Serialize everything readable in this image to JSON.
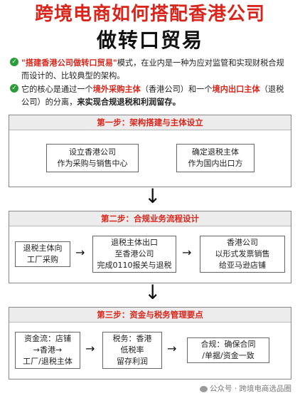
{
  "header": {
    "title_line1": "跨境电商如何搭配香港公司",
    "title_line2": "做转口贸易"
  },
  "bullets": [
    {
      "check_icon": "✓",
      "parts": [
        {
          "text": "\"搭建香港公司做转口贸易\"",
          "style": "red"
        },
        {
          "text": "模式，在业内是一种为应对监管和实现财税合规而设计的、比较典型的架构。",
          "style": "normal"
        }
      ]
    },
    {
      "check_icon": "✓",
      "parts": [
        {
          "text": "它的核心是通过一个",
          "style": "normal"
        },
        {
          "text": "境外采购主体",
          "style": "red"
        },
        {
          "text": "（香港公司）和一个",
          "style": "normal"
        },
        {
          "text": "境内出口主体",
          "style": "red"
        },
        {
          "text": "（退税公司）的分离，",
          "style": "normal"
        },
        {
          "text": "来实现合规退税和利润留存。",
          "style": "bold"
        }
      ]
    }
  ],
  "step1": {
    "title": "第一步：架构搭建与主体设立",
    "box_left": [
      "设立香港公司",
      "作为采购与销售中心"
    ],
    "box_right": [
      "确定退税主体",
      "作为国内出口方"
    ]
  },
  "step2": {
    "title": "第二步：合规业务流程设计",
    "box1": [
      "退税主体向",
      "工厂采购"
    ],
    "box2": [
      "退税主体出口",
      "至香港公司",
      "完成0110报关与退税"
    ],
    "box3": [
      "香港公司",
      "以形式发票销售",
      "给亚马逊店铺"
    ]
  },
  "step3": {
    "title": "第三步：资金与税务管理要点",
    "box1": [
      "资金流：店铺",
      "→香港→",
      "工厂/退税主体"
    ],
    "box2": [
      "税务：香港",
      "低税率",
      "留存利润"
    ],
    "box3": [
      "合规：确保合同",
      "/单据/资金一致"
    ]
  },
  "arrows": {
    "down": "↓",
    "right": "→"
  },
  "watermark": "公众号 · 跨境电商选品圈"
}
